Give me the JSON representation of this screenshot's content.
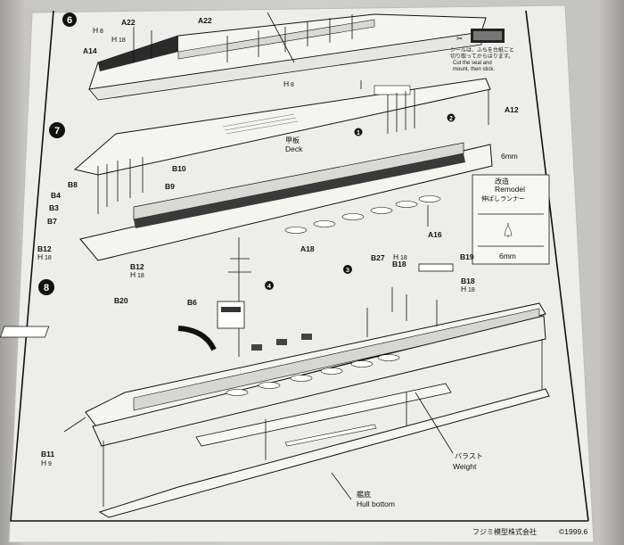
{
  "steps": [
    "6",
    "7",
    "8"
  ],
  "labels": {
    "a22_left": "A22",
    "a22_right": "A22",
    "a14": "A14",
    "h8_top": "H",
    "h8_top_num": "8",
    "h18_top": "H",
    "h18_top_num": "18",
    "h8_bottom": "H",
    "h8_bottom_num": "8",
    "a12": "A12",
    "deck_jp": "甲板",
    "deck_en": "Deck",
    "b10": "B10",
    "b8": "B8",
    "b9": "B9",
    "b4": "B4",
    "b3": "B3",
    "b7": "B7",
    "b12_left": "B12",
    "h18_left": "H",
    "h18_left_num": "18",
    "b12_mid": "B12",
    "h18_mid": "H",
    "h18_mid_num": "18",
    "a16": "A16",
    "a18": "A18",
    "mm6_top": "6mm",
    "mm6_bottom": "6mm",
    "remodel_jp": "改造",
    "remodel_en": "Remodel",
    "stretch_jp": "伸ばしランナー",
    "b20": "B20",
    "b6": "B6",
    "b27": "B27",
    "h18_b27": "H",
    "h18_b27_num": "18",
    "b18_top": "B18",
    "b19": "B19",
    "b18_right": "B18",
    "h18_right": "H",
    "h18_right_num": "18",
    "b11": "B11",
    "h9": "H",
    "h9_num": "9",
    "ballast_jp": "バラスト",
    "weight_en": "Weight",
    "hull_bottom_jp": "艦底",
    "hull_bottom_en": "Hull bottom",
    "circle_1": "1",
    "circle_2": "2",
    "circle_3": "3",
    "circle_4": "4"
  },
  "seal_note": {
    "line1": "シールは、ふちを台紙ごと",
    "line2": "切り取ってからはります。",
    "line3": "Cut the seal and",
    "line4": "mount, then stick."
  },
  "footer": {
    "company": "フジミ模型株式会社",
    "copyright": "©1999.6"
  }
}
